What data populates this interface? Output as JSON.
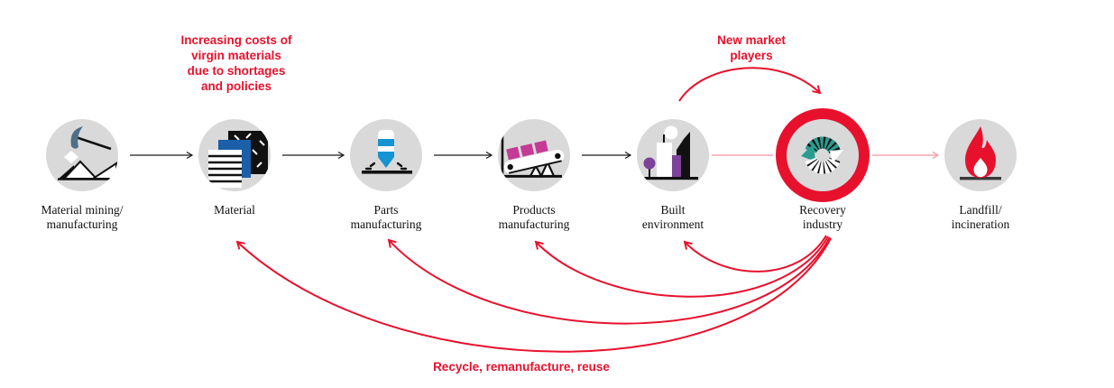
{
  "diagram": {
    "annotations": {
      "increasing_costs": "Increasing costs of\nvirgin materials\ndue to shortages\nand policies",
      "new_market": "New market\nplayers",
      "recycle": "Recycle, remanufacture, reuse"
    },
    "nodes": [
      {
        "label": "Material mining/\nmanufacturing",
        "icon": "pickaxe-mining-icon",
        "highlighted": false
      },
      {
        "label": "Material",
        "icon": "material-sheets-icon",
        "highlighted": false
      },
      {
        "label": "Parts\nmanufacturing",
        "icon": "drill-bit-icon",
        "highlighted": false
      },
      {
        "label": "Products\nmanufacturing",
        "icon": "conveyor-belt-icon",
        "highlighted": false
      },
      {
        "label": "Built\nenvironment",
        "icon": "city-buildings-icon",
        "highlighted": false
      },
      {
        "label": "Recovery\nindustry",
        "icon": "recycling-loop-icon",
        "highlighted": true
      },
      {
        "label": "Landfill/\nincineration",
        "icon": "flame-icon",
        "highlighted": false
      }
    ],
    "flows": {
      "forward": [
        {
          "from": "Material mining/manufacturing",
          "to": "Material",
          "style": "black-arrow"
        },
        {
          "from": "Material",
          "to": "Parts manufacturing",
          "style": "black-arrow"
        },
        {
          "from": "Parts manufacturing",
          "to": "Products manufacturing",
          "style": "black-arrow"
        },
        {
          "from": "Products manufacturing",
          "to": "Built environment",
          "style": "black-arrow"
        },
        {
          "from": "Built environment",
          "to": "Recovery industry",
          "style": "faded-pink-line"
        },
        {
          "from": "Recovery industry",
          "to": "Landfill/incineration",
          "style": "faded-pink-arrow"
        }
      ],
      "feedback": [
        {
          "from": "Built environment",
          "to": "Recovery industry",
          "style": "red-curve"
        },
        {
          "from": "Recovery industry",
          "to": "Built environment",
          "style": "red-curve"
        },
        {
          "from": "Recovery industry",
          "to": "Products manufacturing",
          "style": "red-curve"
        },
        {
          "from": "Recovery industry",
          "to": "Parts manufacturing",
          "style": "red-curve"
        },
        {
          "from": "Recovery industry",
          "to": "Material",
          "style": "red-curve"
        }
      ]
    },
    "colors": {
      "red": "#e8112d",
      "faded_pink": "#f5a6b1",
      "node_gray": "#d9d9d9",
      "teal": "#2b9c8f",
      "blue": "#1b5fa8",
      "light_blue": "#1593d2",
      "magenta": "#c53a96",
      "purple": "#7c4399",
      "steel_blue": "#4e6f87",
      "ink": "#111111"
    }
  }
}
